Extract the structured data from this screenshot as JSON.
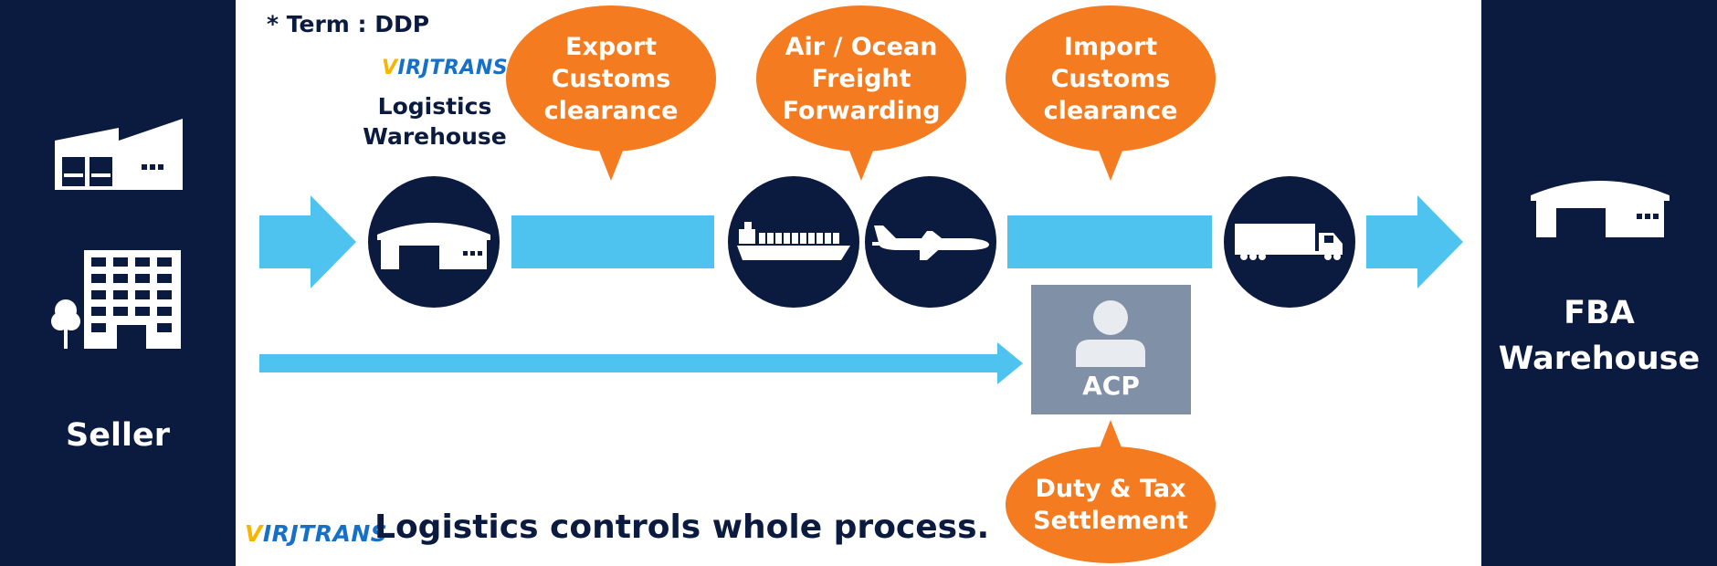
{
  "term_note": "* Term : DDP",
  "brand": {
    "logo_text": "VIRJTRANS",
    "logo_first_letter": "V",
    "logo_rest": "IRJTRANS"
  },
  "seller": {
    "label": "Seller",
    "icons": [
      "factory-icon",
      "office-building-icon",
      "tree-icon"
    ]
  },
  "warehouse": {
    "label_line1": "Logistics",
    "label_line2": "Warehouse",
    "icon": "warehouse-icon"
  },
  "bubbles": [
    {
      "id": "export",
      "line1": "Export",
      "line2": "Customs",
      "line3": "clearance"
    },
    {
      "id": "freight",
      "line1": "Air / Ocean",
      "line2": "Freight",
      "line3": "Forwarding"
    },
    {
      "id": "import",
      "line1": "Import",
      "line2": "Customs",
      "line3": "clearance"
    },
    {
      "id": "duty",
      "line1": "Duty & Tax",
      "line2": "Settlement"
    }
  ],
  "transport_icons": [
    "warehouse-icon",
    "cargo-ship-icon",
    "airplane-icon",
    "truck-icon"
  ],
  "acp": {
    "label": "ACP",
    "icon": "person-icon"
  },
  "fba": {
    "label_line1": "FBA",
    "label_line2": "Warehouse",
    "icon": "warehouse-icon"
  },
  "footer": {
    "text": "Logistics controls whole process."
  },
  "colors": {
    "navy": "#0b1a3f",
    "orange": "#f47b20",
    "arrow_blue": "#4fc3f0",
    "acp_gray": "#8090a6",
    "logo_blue": "#1670c7",
    "logo_yellow": "#f7b500"
  }
}
